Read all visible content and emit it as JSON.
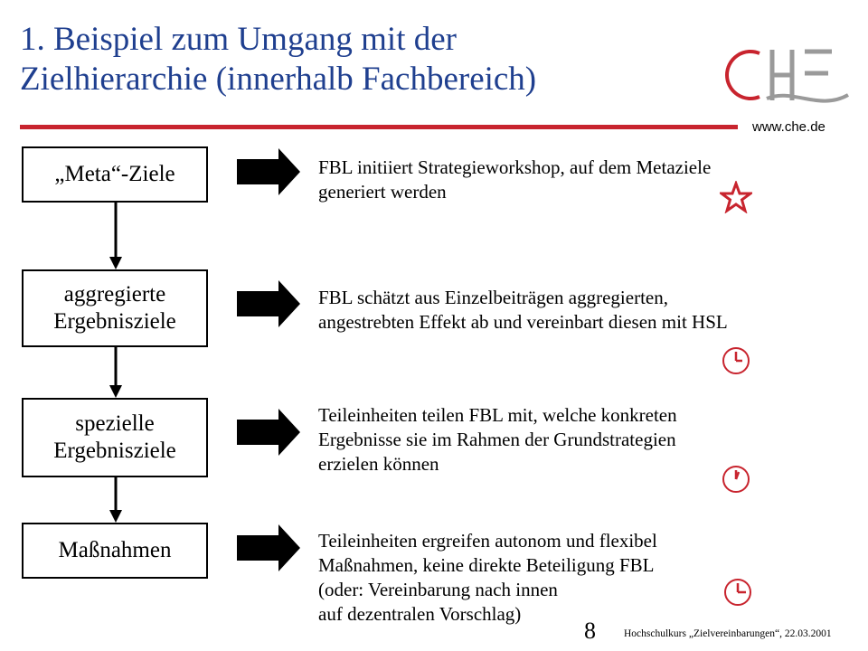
{
  "slide": {
    "title_line1": "1. Beispiel zum Umgang mit der",
    "title_line2": "Zielhierarchie (innerhalb Fachbereich)",
    "website": "www.che.de",
    "page_number": "8",
    "footer_text": "Hochschulkurs „Zielvereinbarungen“, 22.03.2001"
  },
  "colors": {
    "title": "#1f3f8f",
    "accent_red": "#c8242e",
    "logo_grey": "#9a9a9a"
  },
  "hierarchy": [
    {
      "box_lines": [
        "„Meta“-Ziele"
      ],
      "description_lines": [
        "FBL initiiert Strategieworkshop, auf dem Metaziele",
        "generiert werden"
      ],
      "marker_icon": "star-icon"
    },
    {
      "box_lines": [
        "aggregierte",
        "Ergebnisziele"
      ],
      "description_lines": [
        "FBL schätzt aus Einzelbeiträgen aggregierten,",
        "angestrebten Effekt ab und vereinbart diesen mit HSL"
      ],
      "marker_icon": "clock-icon"
    },
    {
      "box_lines": [
        "spezielle",
        "Ergebnisziele"
      ],
      "description_lines": [
        "Teileinheiten teilen FBL mit, welche konkreten",
        "Ergebnisse sie im Rahmen der Grundstrategien",
        "erzielen können"
      ],
      "marker_icon": "clock-icon"
    },
    {
      "box_lines": [
        "Maßnahmen"
      ],
      "description_lines": [
        "Teileinheiten ergreifen autonom und flexibel",
        "Maßnahmen, keine direkte Beteiligung FBL",
        "(oder: Vereinbarung nach innen",
        "auf dezentralen Vorschlag)"
      ],
      "marker_icon": "clock-icon"
    }
  ]
}
